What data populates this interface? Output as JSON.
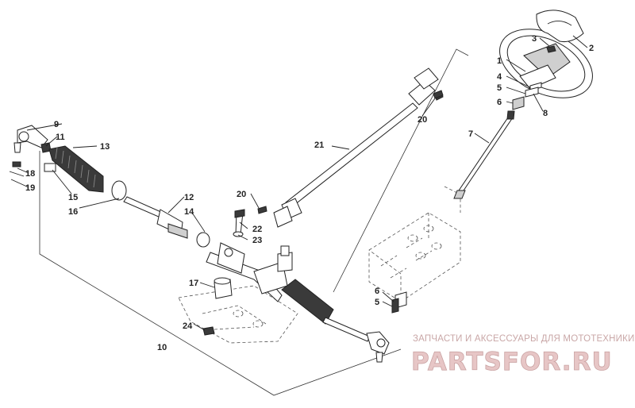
{
  "callouts": {
    "c1": "1",
    "c2": "2",
    "c3": "3",
    "c4": "4",
    "c5": "5",
    "c6": "6",
    "c7": "7",
    "c8": "8",
    "c9": "9",
    "c10": "10",
    "c11": "11",
    "c12": "12",
    "c13": "13",
    "c14": "14",
    "c15": "15",
    "c16": "16",
    "c17": "17",
    "c18": "18",
    "c19": "19",
    "c20": "20",
    "c21": "21",
    "c22": "22",
    "c23": "23",
    "c24": "24",
    "c5b": "5",
    "c6b": "6",
    "c20b": "20"
  },
  "watermark": {
    "subtitle": "ЗАПЧАСТИ И АКСЕССУАРЫ ДЛЯ МОТОТЕХНИКИ",
    "brand": "PARTSFOR.RU"
  }
}
